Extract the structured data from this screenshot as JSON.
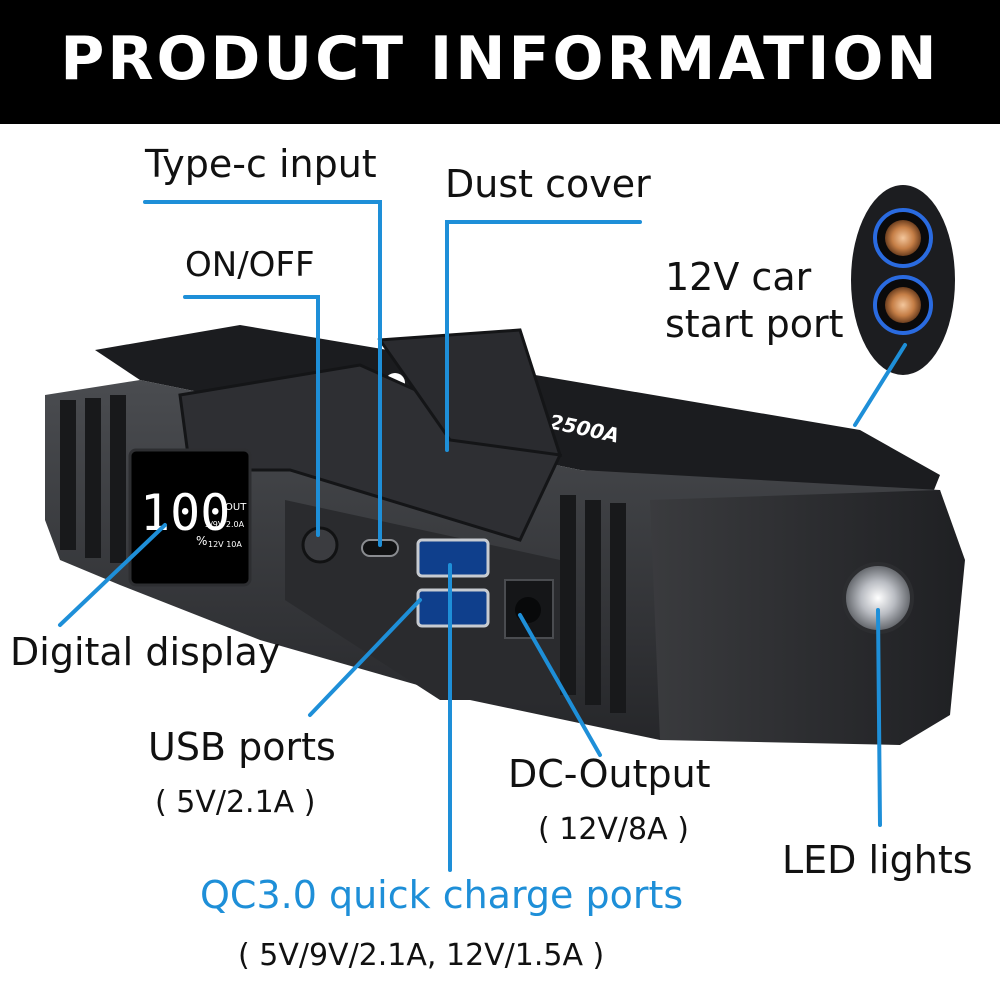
{
  "header": {
    "title": "PRODUCT INFORMATION"
  },
  "callouts": {
    "type_c": "Type-c input",
    "dust_cover": "Dust cover",
    "on_off": "ON/OFF",
    "car_port_line1": "12V car",
    "car_port_line2": "start port",
    "digital_display": "Digital display",
    "usb_ports": "USB ports",
    "usb_ports_spec": "( 5V/2.1A )",
    "dc_output": "DC-Output",
    "dc_output_spec": "( 12V/8A )",
    "led_lights": "LED lights",
    "qc_ports": "QC3.0 quick charge ports",
    "qc_ports_spec": "( 5V/9V/2.1A, 12V/1.5A )"
  },
  "device": {
    "rating": "2500A",
    "display_value": "100",
    "display_percent": "%",
    "display_out": "OUT",
    "display_usb": "5/9V 2.0A",
    "display_dc": "12V 10A"
  },
  "colors": {
    "callout_line": "#1e8fd8",
    "accent_text": "#1e8fd8",
    "header_bg": "#000000"
  }
}
